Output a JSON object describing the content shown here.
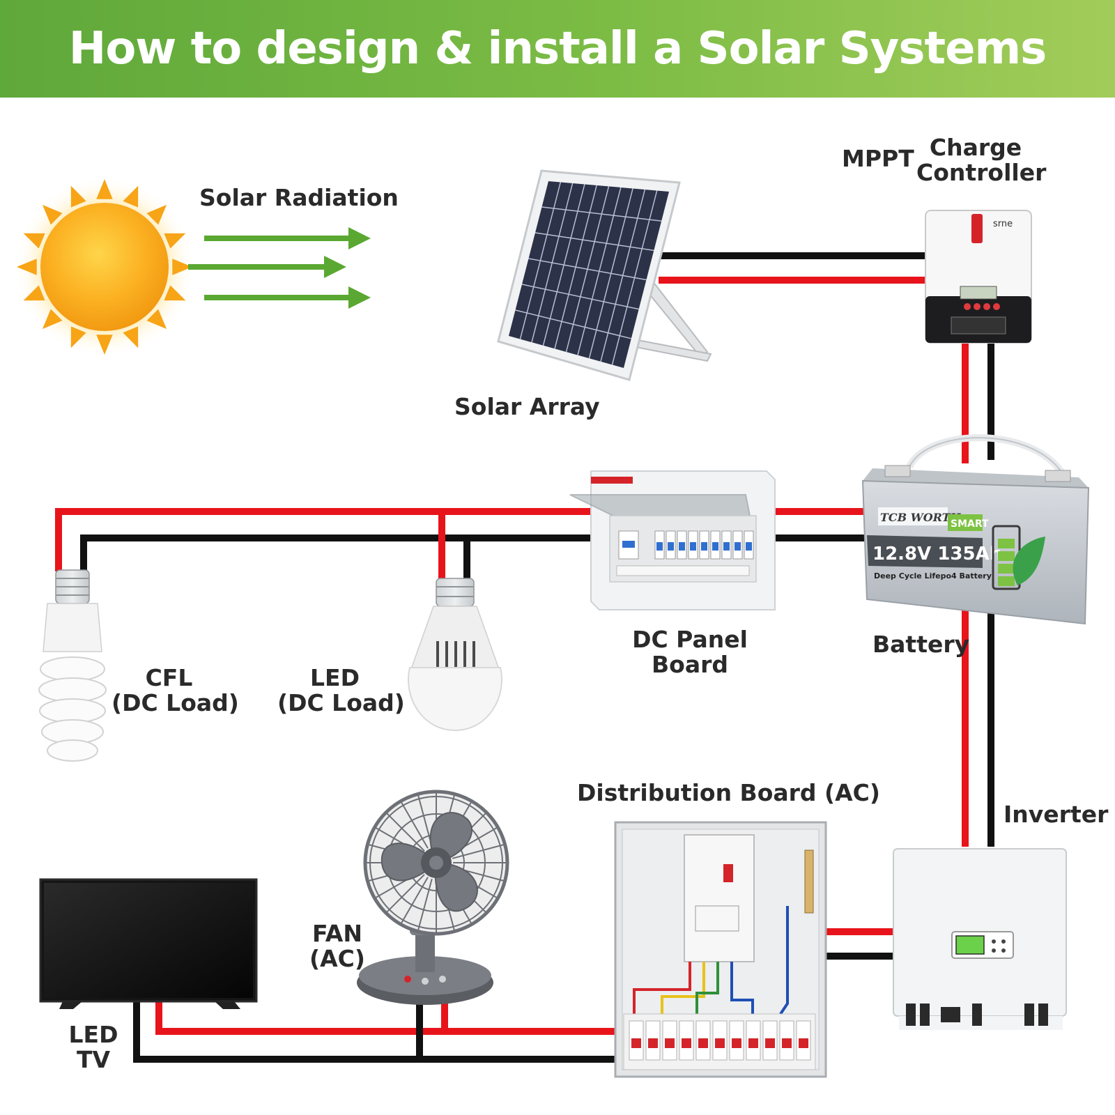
{
  "title": "How to design & install a Solar Systems",
  "colors": {
    "banner": "#6db33f",
    "positive_wire": "#e8141b",
    "negative_wire": "#111111",
    "radiation_arrow": "#5aa832",
    "sun": "#f7a417"
  },
  "labels": {
    "solar_radiation": "Solar Radiation",
    "solar_array": "Solar Array",
    "mppt": "MPPT",
    "charge_controller_line1": "Charge",
    "charge_controller_line2": "Controller",
    "battery": "Battery",
    "dc_panel_line1": "DC Panel",
    "dc_panel_line2": "Board",
    "cfl_line1": "CFL",
    "cfl_line2": "(DC Load)",
    "led_line1": "LED",
    "led_line2": "(DC Load)",
    "distribution_board": "Distribution Board (AC)",
    "inverter": "Inverter",
    "fan_line1": "FAN",
    "fan_line2": "(AC)",
    "tv_line1": "LED",
    "tv_line2": "TV"
  },
  "device_text": {
    "controller_brand": "srne",
    "battery_brand": "TCB WORTH",
    "battery_smart": "SMART",
    "battery_rating": "12.8V 135Ah",
    "battery_type": "Deep Cycle Lifepo4 Battery"
  },
  "icons": [
    "sun-icon",
    "solar-panel-icon",
    "charge-controller-icon",
    "battery-icon",
    "dc-panel-board-icon",
    "cfl-bulb-icon",
    "led-bulb-icon",
    "distribution-board-icon",
    "inverter-icon",
    "fan-icon",
    "tv-icon"
  ]
}
